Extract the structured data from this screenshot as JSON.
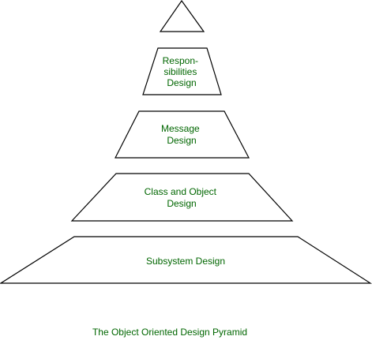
{
  "colors": {
    "label_text": "#006600",
    "outline": "#000000",
    "background": "#ffffff"
  },
  "pyramid": {
    "levels": [
      {
        "id": "apex",
        "lines": []
      },
      {
        "id": "responsibilities-design",
        "lines": [
          "Respon-",
          "sibilities",
          "Design"
        ]
      },
      {
        "id": "message-design",
        "lines": [
          "Message",
          "Design"
        ]
      },
      {
        "id": "class-and-object-design",
        "lines": [
          "Class and Object",
          "Design"
        ]
      },
      {
        "id": "subsystem-design",
        "lines": [
          "Subsystem Design"
        ]
      }
    ]
  },
  "caption": "The Object Oriented Design Pyramid"
}
